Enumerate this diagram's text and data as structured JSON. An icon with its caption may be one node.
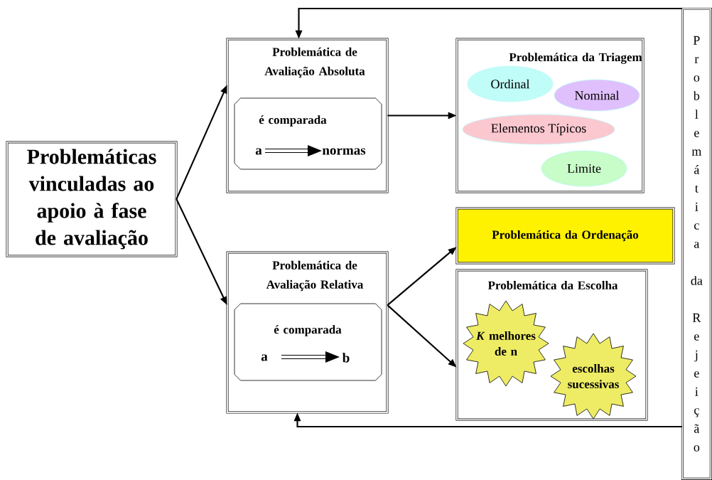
{
  "diagram": {
    "nodes": [
      {
        "text": [
          "Problemáticas vinculadas ao apoio à fase de avaliação"
        ]
      },
      {
        "text": [
          "Problemática de Avaliação Absoluta"
        ]
      },
      {
        "text": [
          "é comparada",
          "a",
          "normas"
        ],
        "in": 1
      },
      {
        "text": [
          "Problemática de Avaliação Relativa"
        ]
      },
      {
        "text": [
          "é comparada",
          "a",
          "b"
        ],
        "in": 3
      },
      {
        "text": [
          "Problemática da Triagem"
        ]
      },
      {
        "text": [
          "Ordinal"
        ],
        "in": 5
      },
      {
        "text": [
          "Nominal"
        ],
        "in": 5
      },
      {
        "text": [
          "Elementos Típicos"
        ],
        "in": 5
      },
      {
        "text": [
          "Limite"
        ],
        "in": 5
      },
      {
        "text": [
          "Problemática da Ordenação"
        ]
      },
      {
        "text": [
          "Problemática da Escolha"
        ]
      },
      {
        "text": [
          "*K* melhores de n"
        ],
        "in": 11
      },
      {
        "text": [
          "escolhas sucessivas"
        ],
        "in": 11
      },
      {
        "text": [
          "Problemática da Rejeição"
        ]
      }
    ],
    "edges": [
      {
        "from": 0,
        "to": 1,
        "arrow": "to"
      },
      {
        "from": 0,
        "to": 3,
        "arrow": "to"
      },
      {
        "from": 1,
        "to": 5,
        "arrow": "to"
      },
      {
        "from": 3,
        "to": 10,
        "arrow": "to"
      },
      {
        "from": 3,
        "to": 11,
        "arrow": "to"
      },
      {
        "from": 14,
        "to": 1,
        "arrow": "to"
      },
      {
        "from": 14,
        "to": 3,
        "arrow": "to"
      }
    ]
  }
}
